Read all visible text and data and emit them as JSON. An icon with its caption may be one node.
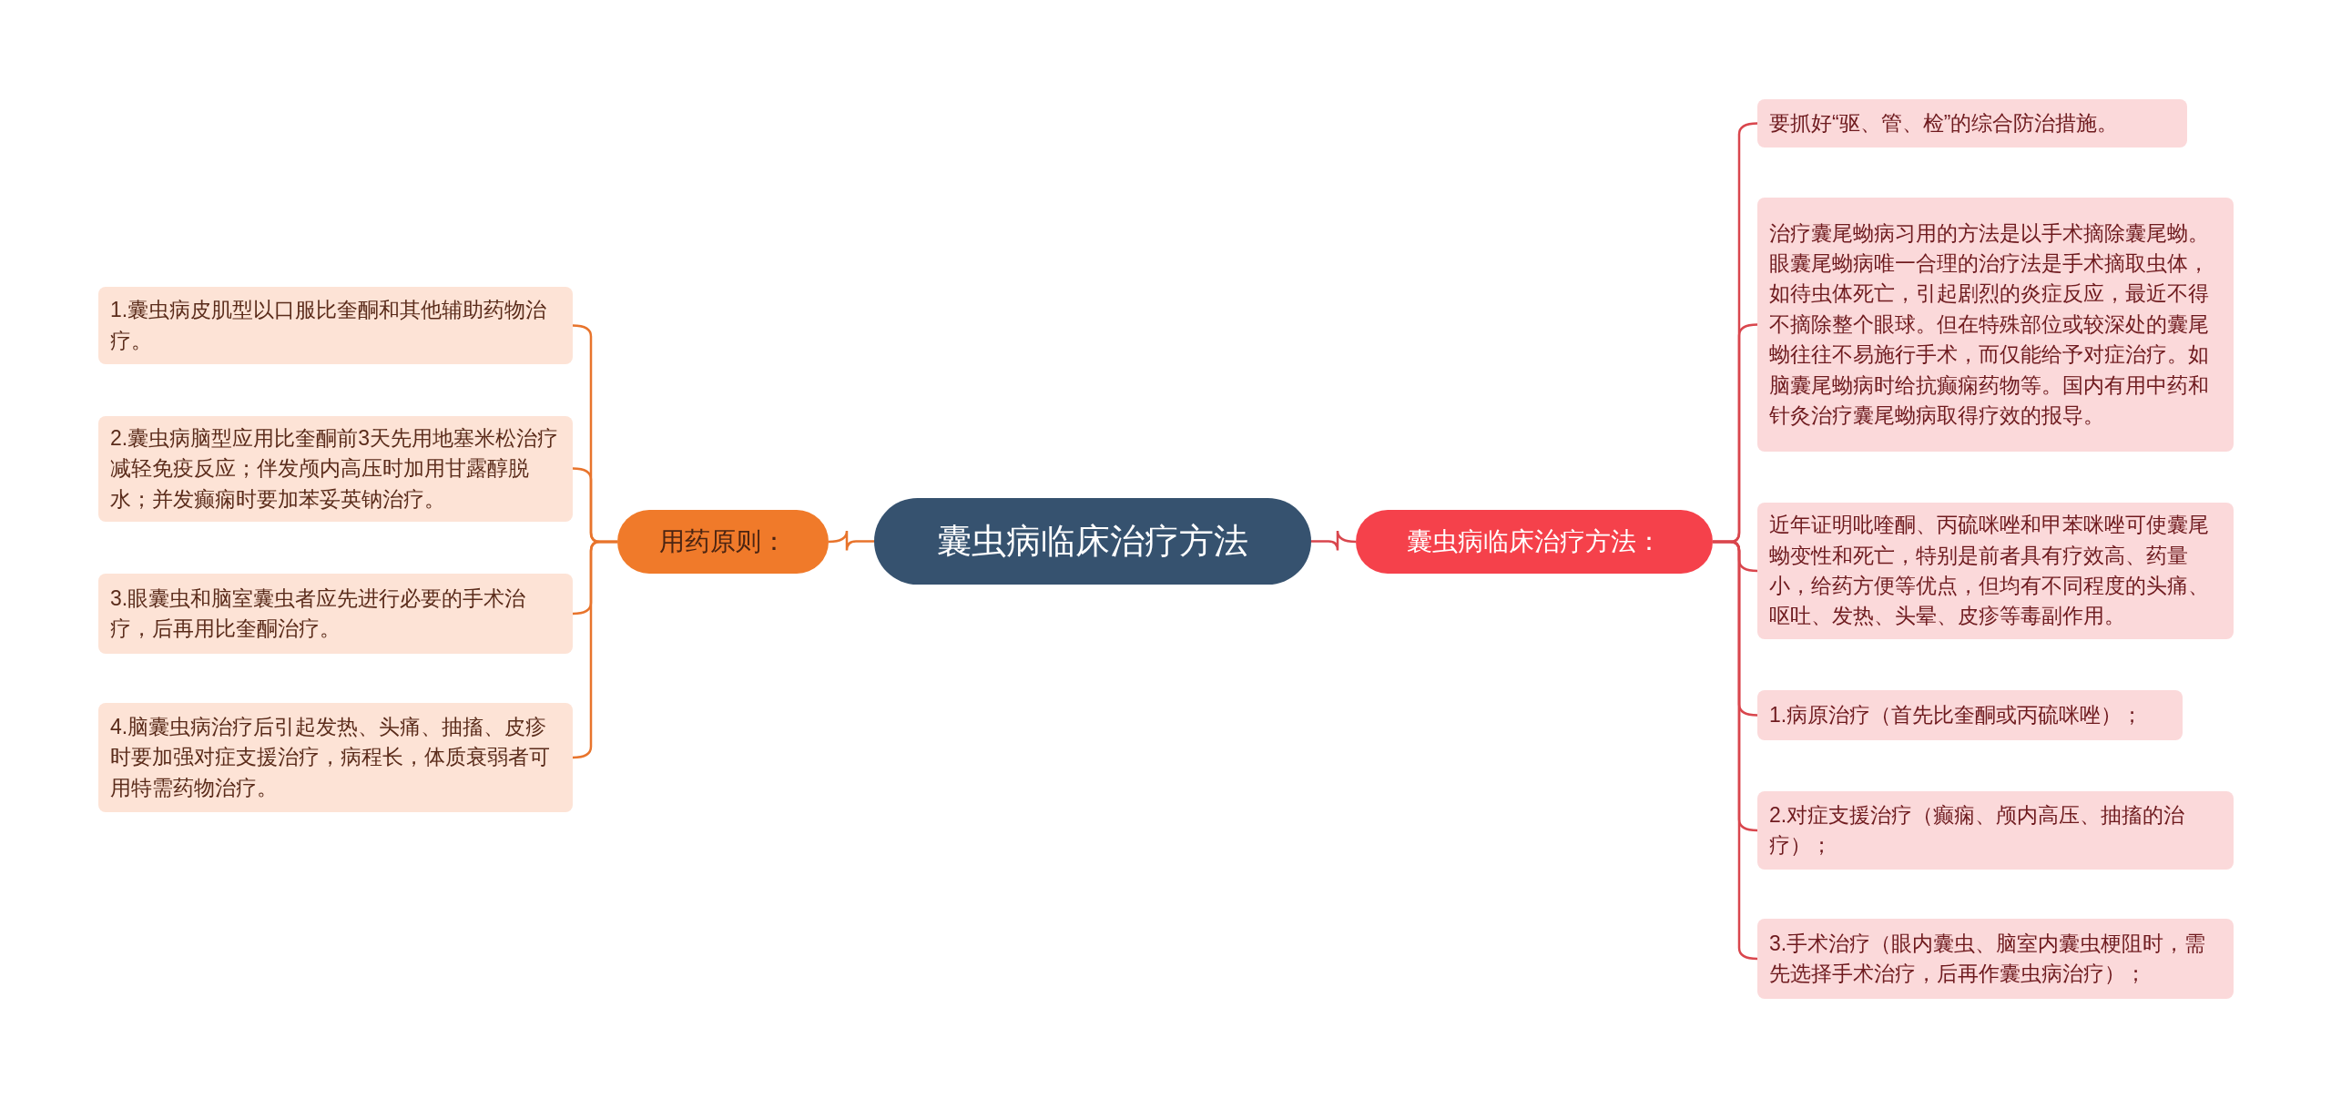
{
  "diagram": {
    "nodes": [
      {
        "text": [
          "囊虫病临床治疗方法"
        ]
      },
      {
        "text": [
          "用药原则："
        ]
      },
      {
        "text": [
          "1.囊虫病皮肌型以口服比奎酮和其他辅助药物治疗。"
        ]
      },
      {
        "text": [
          "2.囊虫病脑型应用比奎酮前3天先用地塞米松治疗减轻免疫反应；伴发颅内高压时加用甘露醇脱水；并发癫痫时要加苯妥英钠治疗。"
        ]
      },
      {
        "text": [
          "3.眼囊虫和脑室囊虫者应先进行必要的手术治疗，后再用比奎酮治疗。"
        ]
      },
      {
        "text": [
          "4.脑囊虫病治疗后引起发热、头痛、抽搐、皮疹时要加强对症支援治疗，病程长，体质衰弱者可用特需药物治疗。"
        ]
      },
      {
        "text": [
          "囊虫病临床治疗方法："
        ]
      },
      {
        "text": [
          "要抓好“驱、管、检”的综合防治措施。"
        ]
      },
      {
        "text": [
          "治疗囊尾蚴病习用的方法是以手术摘除囊尾蚴。眼囊尾蚴病唯一合理的治疗法是手术摘取虫体，如待虫体死亡，引起剧烈的炎症反应，最近不得不摘除整个眼球。但在特殊部位或较深处的囊尾蚴往往不易施行手术，而仅能给予对症治疗。如脑囊尾蚴病时给抗癫痫药物等。国内有用中药和针灸治疗囊尾蚴病取得疗效的报导。"
        ]
      },
      {
        "text": [
          "近年证明吡喹酮、丙硫咪唑和甲苯咪唑可使囊尾蚴变性和死亡，特别是前者具有疗效高、药量小，给药方便等优点，但均有不同程度的头痛、呕吐、发热、头晕、皮疹等毒副作用。"
        ]
      },
      {
        "text": [
          "1.病原治疗（首先比奎酮或丙硫咪唑）；"
        ]
      },
      {
        "text": [
          "2.对症支援治疗（癫痫、颅内高压、抽搐的治疗）；"
        ]
      },
      {
        "text": [
          "3.手术治疗（眼内囊虫、脑室内囊虫梗阻时，需先选择手术治疗，后再作囊虫病治疗）；"
        ]
      }
    ],
    "edges": [
      {
        "from": 0,
        "to": 1,
        "arrow": "none",
        "color": "#e8742c"
      },
      {
        "from": 0,
        "to": 6,
        "arrow": "none",
        "color": "#d9464d"
      },
      {
        "from": 1,
        "to": 2,
        "arrow": "none",
        "color": "#e8742c"
      },
      {
        "from": 1,
        "to": 3,
        "arrow": "none",
        "color": "#e8742c"
      },
      {
        "from": 1,
        "to": 4,
        "arrow": "none",
        "color": "#e8742c"
      },
      {
        "from": 1,
        "to": 5,
        "arrow": "none",
        "color": "#e8742c"
      },
      {
        "from": 6,
        "to": 7,
        "arrow": "none",
        "color": "#d9464d"
      },
      {
        "from": 6,
        "to": 8,
        "arrow": "none",
        "color": "#d9464d"
      },
      {
        "from": 6,
        "to": 9,
        "arrow": "none",
        "color": "#d9464d"
      },
      {
        "from": 6,
        "to": 10,
        "arrow": "none",
        "color": "#d9464d"
      },
      {
        "from": 6,
        "to": 11,
        "arrow": "none",
        "color": "#d9464d"
      },
      {
        "from": 6,
        "to": 12,
        "arrow": "none",
        "color": "#d9464d"
      }
    ]
  }
}
